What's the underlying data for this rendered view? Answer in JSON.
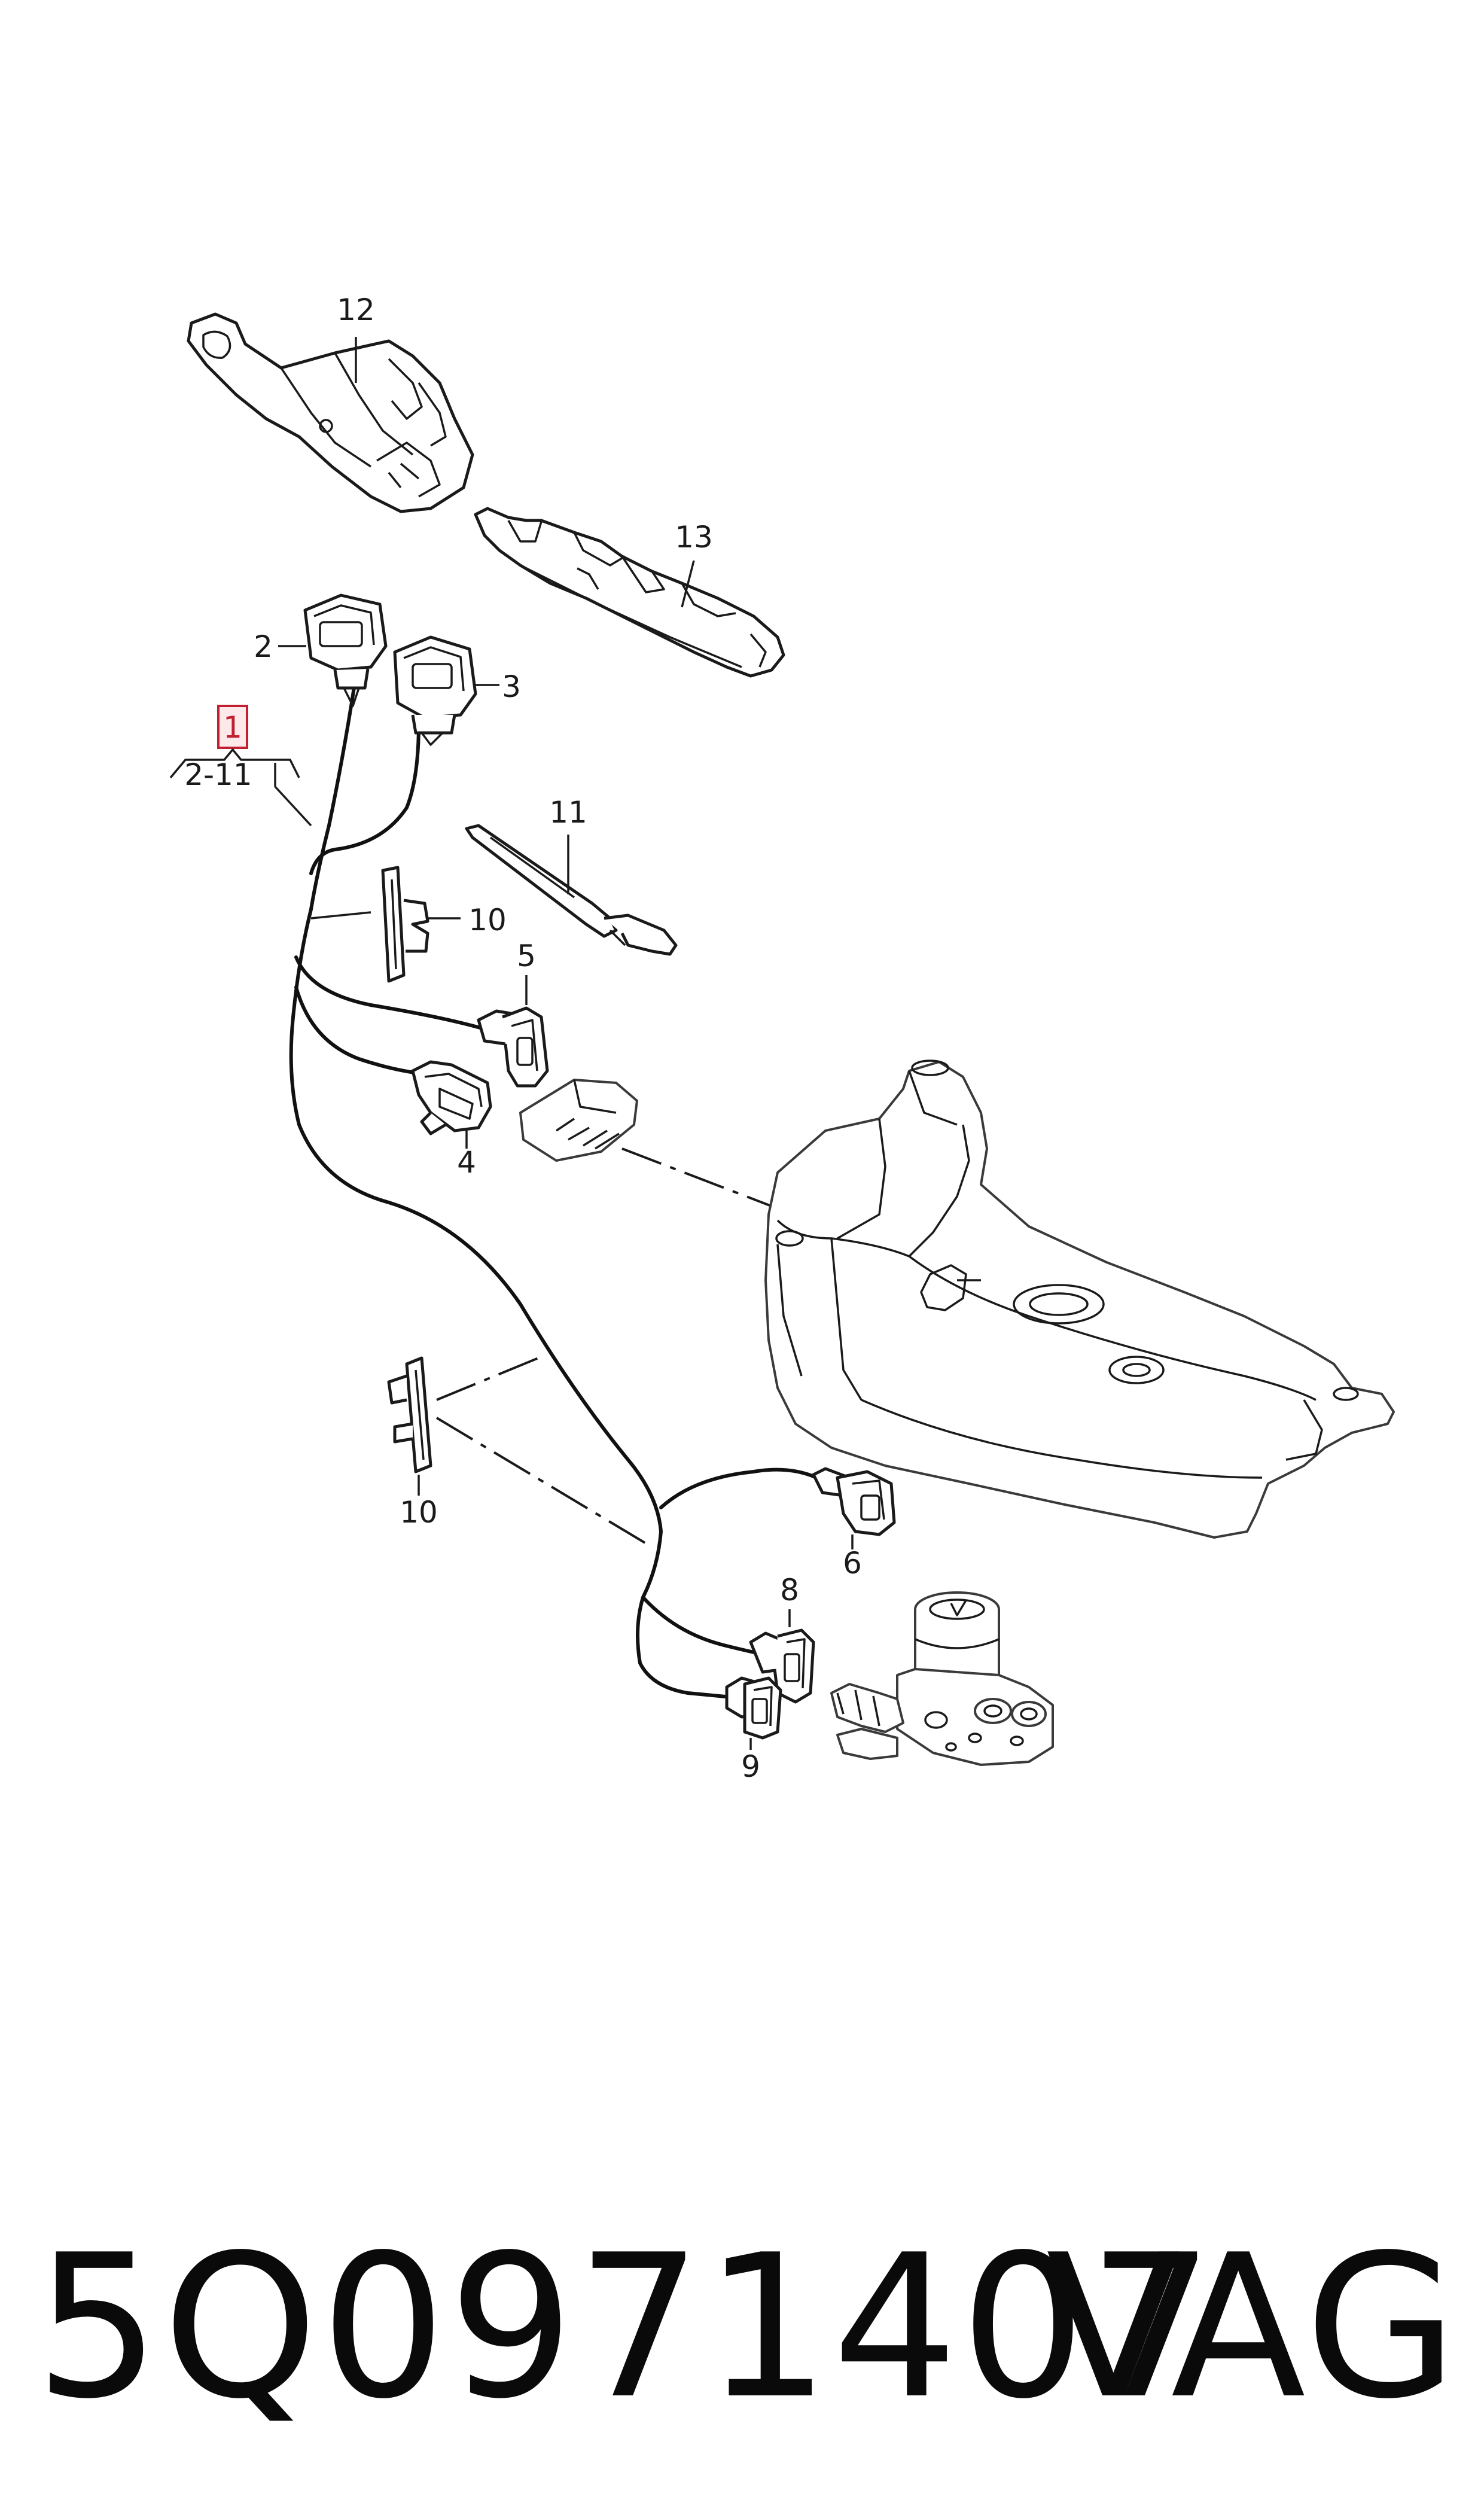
{
  "diagram": {
    "callouts": {
      "c1": "1",
      "c1_range": "2-11",
      "c2": "2",
      "c3": "3",
      "c4": "4",
      "c5": "5",
      "c6": "6",
      "c8": "8",
      "c9": "9",
      "c10a": "10",
      "c10b": "10",
      "c11": "11",
      "c12": "12",
      "c13": "13"
    },
    "highlight_color": "#c0202f",
    "highlight_fill": "#fde8ea"
  },
  "footer": {
    "part_number": "5Q0971407",
    "brand": "VAG"
  }
}
